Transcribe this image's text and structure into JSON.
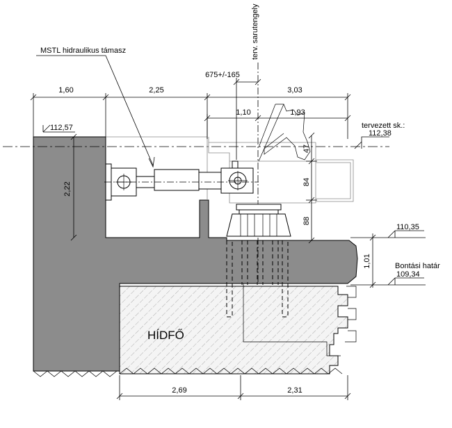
{
  "labels": {
    "jack_label": "MSTL hidraulikus támasz",
    "bearing_axis": "terv. sarutengely",
    "offset": "675+/-165",
    "dim_160": "1,60",
    "dim_225": "2,25",
    "dim_303": "3,03",
    "dim_110": "1,10",
    "dim_193": "1,93",
    "dim_222": "2,22",
    "dim_47": "47",
    "dim_84": "84",
    "dim_88": "88",
    "dim_101": "1,01",
    "dim_269": "2,69",
    "dim_231": "2,31",
    "level_top_left": "112,57",
    "design_level_label": "tervezett sk.:",
    "design_level": "112,38",
    "level_110": "110,35",
    "demolition_label": "Bontási határ",
    "level_109": "109,34",
    "abutment": "HÍDFŐ"
  },
  "colors": {
    "concrete": "#8c8c8c",
    "hatch_fill": "#f4f4f4",
    "hatch_line": "#9a9a9a",
    "line": "#000000",
    "ghost_line": "#888888"
  }
}
